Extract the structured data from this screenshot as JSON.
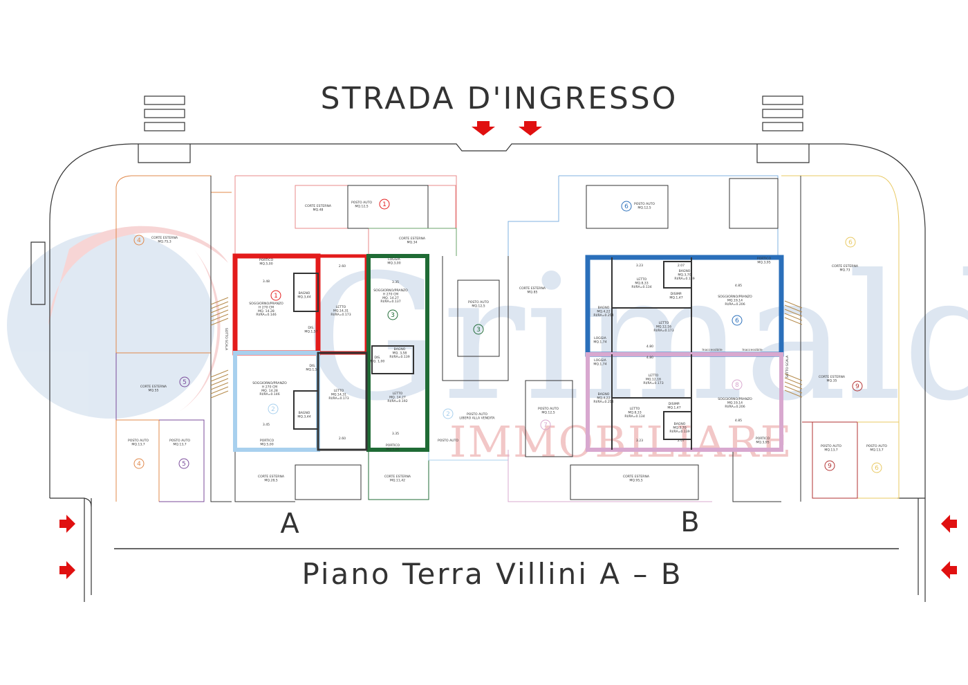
{
  "title": "STRADA D'INGRESSO",
  "footer": "Piano Terra Villini A – B",
  "building_a": "A",
  "building_b": "B",
  "watermark": {
    "brand": "Grimaldi",
    "sub": "IMMOBILIARE"
  },
  "colors": {
    "unit1": "#e31b1b",
    "unit2": "#7fb0e0",
    "unit3": "#1f6b35",
    "unit4": "#e0884a",
    "unit5": "#7a4a9a",
    "unit6": "#2a6fba",
    "unit8": "#d8a8cf",
    "unit9": "#b23232",
    "unit6b": "#e8c860",
    "arrow": "#e01010"
  },
  "a": {
    "corte_top": "CORTE ESTERNA\nMQ.48",
    "posto1": "POSTO AUTO\nMQ.12,5",
    "corte4": "CORTE ESTERNA\nMQ.75,3",
    "portico_top": "PORTICO\nMQ.5,00",
    "sogg1": "SOGGIORNO/PRANZO\nH 270 CM\nMQ. 14.28\nRI/RA=0.146",
    "bagno1": "BAGNO\nMQ.3,44",
    "dis1": "DIS.\nMQ.1,57",
    "letto1": "LETTO\nMQ.14,31\nRI/RA=0.173",
    "corte3": "CORTE ESTERNA\nMQ.34",
    "loggia3": "LOGGIA\nMQ.3,00",
    "sogg3": "SOGGIORNO/PRANZO\nH 270 CM\nMQ. 14.27\nRI/RA=0.137",
    "bagno3": "BAGNO\nMQ. 3,58\nRI/RA=0.139",
    "dis3": "DIS.\nMQ. 1,00",
    "letto3": "LETTO\nMQ. 14.27\nRI/RA=0.192",
    "portico3": "PORTICO\nMQ.5,00",
    "posto3": "POSTO AUTO\nMQ.12,5",
    "corte_mid": "CORTE ESTERNA\nMQ.85",
    "corte5": "CORTE ESTERNA\nMQ.55",
    "sogg2": "SOGGIORNO/PRANZO\nH 270 CM\nMQ. 14.28\nRI/RA=0.146",
    "dis2": "DIS.\nMQ.1,57",
    "bagno2": "BAGNO\nMQ.3,44",
    "portico2": "PORTICO\nMQ.5,00",
    "letto2": "LETTO\nMQ.14,31\nRI/RA=0.173",
    "posto4": "POSTO AUTO\nMQ.13,7",
    "posto5": "POSTO AUTO\nMQ.13,7",
    "corte_b1": "CORTE ESTERNA\nMQ.28,5",
    "corte_b3": "CORTE ESTERNA\nMQ.11,42",
    "posto_libero": "POSTO AUTO\nLIBERO ALLA VENDITA",
    "posto2": "POSTO AUTO",
    "sotto_scala": "SOTTO SCALA"
  },
  "b": {
    "posto6": "POSTO AUTO\nMQ.12,5",
    "corte_mid": "CORTE ESTERNA\nMQ.85",
    "portico6": "PORTICO\nMQ.3,95",
    "letto_a": "LETTO\nMQ.8,33\nRI/RA=0.134",
    "bagno_a": "BAGNO\nMQ.3,70\nRI/RA=0.139",
    "disimp_a": "DISIMP.\nMQ.1,47",
    "sogg6": "SOGGIORNO/PRANZO\nMQ.19,14\nRI/RA=0.206",
    "bagno_w": "BAGNO\nMQ.4,22\nRI/RA=0.254",
    "letto_b": "LETTO\nMQ.12,16\nRI/RA=0.173",
    "loggia_a": "LOGGIA\nMQ.1,74",
    "inacc1": "Inaccessibile",
    "inacc2": "Inaccessibile",
    "loggia_b": "LOGGIA\nMQ.1,74",
    "letto_c": "LETTO\nMQ.12,16\nRI/RA=0.173",
    "bagno_w2": "BAGNO\nMQ.4,22\nRI/RA=0.254",
    "letto_d": "LETTO\nMQ.8,33\nRI/RA=0.134",
    "disimp_b": "DISIMP.\nMQ.1,47",
    "bagno_b": "BAGNO\nMQ.3,70\nRI/RA=0.139",
    "sogg8": "SOGGIORNO/PRANZO\nMQ.19,14\nRI/RA=0.206",
    "portico8": "PORTICO\nMQ.3,95",
    "posto7": "POSTO AUTO\nMQ.12,5",
    "corte_bottom": "CORTE ESTERNA\nMQ.95,5",
    "corte6": "CORTE ESTERNA\nMQ.73",
    "corte9": "CORTE ESTERNA\nMQ.35",
    "posto9": "POSTO AUTO\nMQ.13,7",
    "posto6b": "POSTO AUTO\nMQ.13,7",
    "sotto_scala": "SOTTO SCALA"
  },
  "dims": {
    "a1": "3.48",
    "a2": "2.60",
    "a3": "3.35",
    "a4": "3.45",
    "a5": "2.60",
    "a6": "3.35",
    "b1": "3.23",
    "b2": "2.07",
    "b3": "4.85",
    "b4": "4.80",
    "b5": "4.80",
    "b6": "3.23",
    "b7": "2.07",
    "b8": "4.85"
  },
  "markers": [
    "1",
    "2",
    "3",
    "4",
    "5",
    "6",
    "7",
    "8",
    "9"
  ]
}
